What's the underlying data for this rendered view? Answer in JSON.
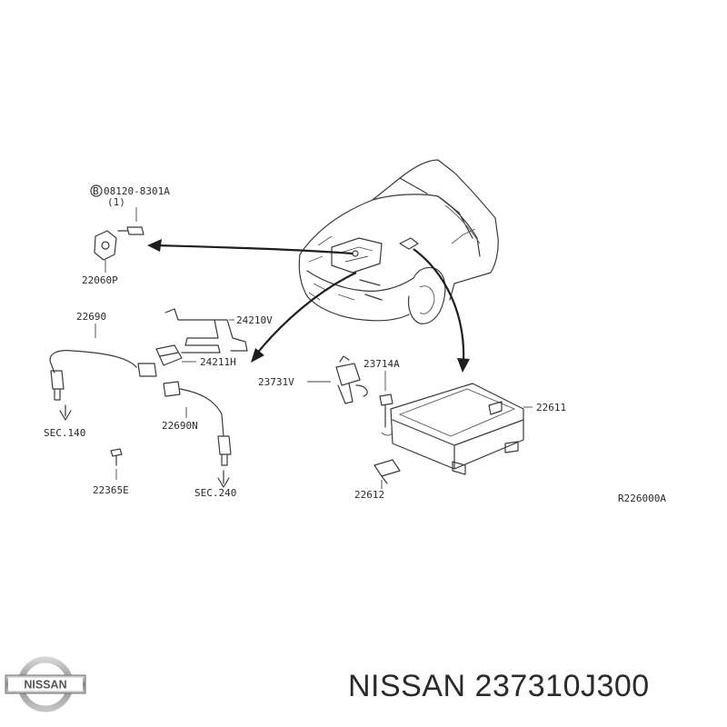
{
  "diagram": {
    "labels": {
      "bolt_spec": "08120-8301A",
      "bolt_qty": "(1)",
      "bolt_circle": "B",
      "p22060P": "22060P",
      "p22690": "22690",
      "p24210V": "24210V",
      "p24211H": "24211H",
      "p23731V": "23731V",
      "p23714A": "23714A",
      "p22611": "22611",
      "sec140": "SEC.140",
      "p22690N": "22690N",
      "p22365E": "22365E",
      "sec240": "SEC.240",
      "p22612": "22612",
      "ref": "R226000A"
    }
  },
  "footer": {
    "logo_text": "NISSAN",
    "part_title": "NISSAN 237310J300"
  },
  "colors": {
    "line": "#3a3a3a",
    "text": "#2b2b2b",
    "logo_metal": "#9a9a9a"
  }
}
